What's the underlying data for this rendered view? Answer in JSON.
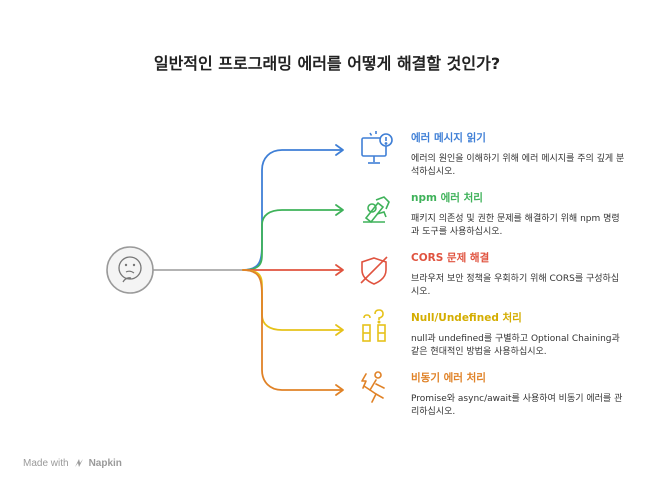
{
  "title": "일반적인 프로그래밍 에러를 어떻게 해결할 것인가?",
  "colors": {
    "blue": "#3f7fd6",
    "green": "#3fb25a",
    "red": "#e0533f",
    "yellow": "#e6c21a",
    "orange": "#e08227",
    "hub_fill": "#f4f4f4",
    "hub_stroke": "#9a9a9a"
  },
  "hub": {
    "icon": "confused-face-icon"
  },
  "items": [
    {
      "heading": "에러 메시지 읽기",
      "desc": "에러의 원인을 이해하기 위해 에러 메시지를 주의 깊게 분석하십시오.",
      "icon": "monitor-error-icon",
      "color": "#3f7fd6"
    },
    {
      "heading": "npm 에러 처리",
      "desc": "패키지 의존성 및 권한 문제를 해결하기 위해 npm 명령과 도구를 사용하십시오.",
      "icon": "hammer-gear-icon",
      "color": "#3fb25a"
    },
    {
      "heading": "CORS 문제 해결",
      "desc": "브라우저 보안 정책을 우회하기 위해 CORS를 구성하십시오.",
      "icon": "shield-off-icon",
      "color": "#e0533f"
    },
    {
      "heading": "Null/Undefined 처리",
      "desc": "null과 undefined를 구별하고 Optional Chaining과 같은 현대적인 방법을 사용하십시오.",
      "icon": "question-blocks-icon",
      "color": "#e6c21a"
    },
    {
      "heading": "비동기 에러 처리",
      "desc": "Promise와 async/await를 사용하여 비동기 에러를 관리하십시오.",
      "icon": "running-person-bolt-icon",
      "color": "#e08227"
    }
  ],
  "footer": {
    "made_with": "Made with",
    "brand": "Napkin"
  }
}
